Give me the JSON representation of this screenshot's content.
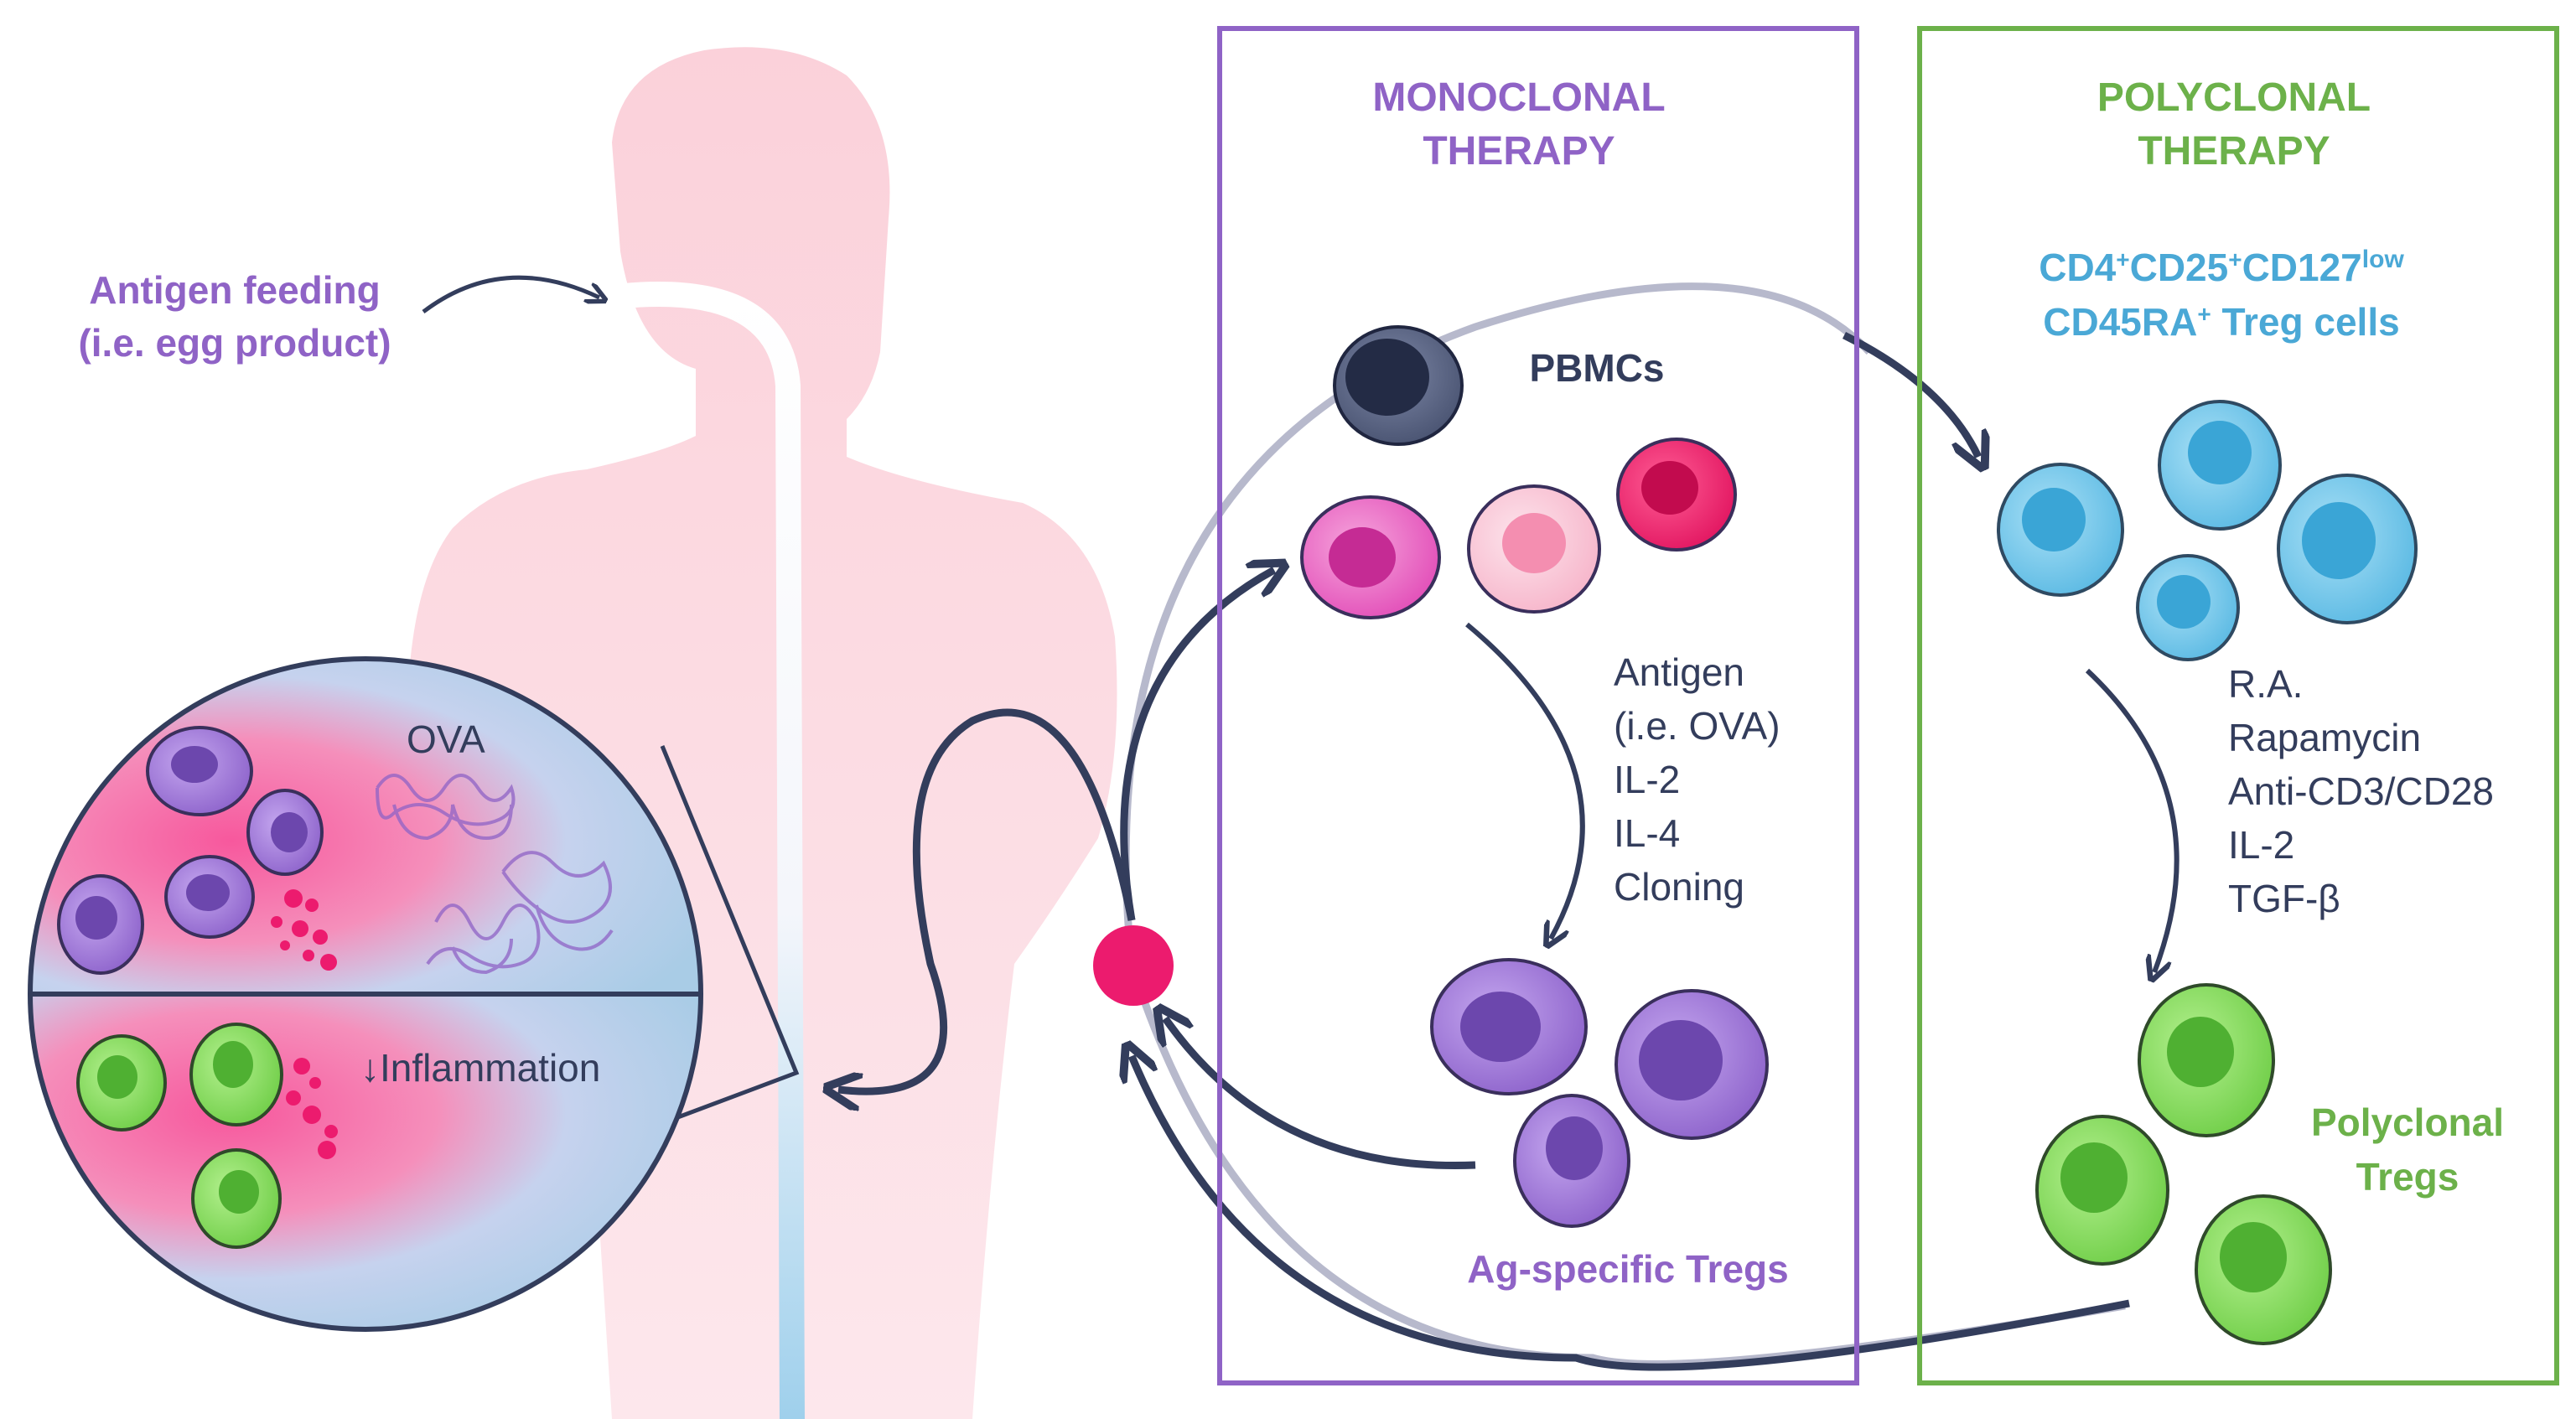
{
  "left": {
    "feeding_line1": "Antigen feeding",
    "feeding_line2": "(i.e. egg product)",
    "ova_label": "OVA",
    "inflammation_label": "↓Inflammation"
  },
  "monoclonal": {
    "title_line1": "MONOCLONAL",
    "title_line2": "THERAPY",
    "pbmc_label": "PBMCs",
    "conditions": [
      "Antigen",
      "(i.e. OVA)",
      "IL-2",
      "IL-4",
      "Cloning"
    ],
    "result_label": "Ag-specific Tregs"
  },
  "polyclonal": {
    "title_line1": "POLYCLONAL",
    "title_line2": "THERAPY",
    "markers_line1_parts": [
      "CD4",
      "+",
      "CD25",
      "+",
      "CD127",
      "low"
    ],
    "markers_line2_parts": [
      "CD45RA",
      "+",
      " Treg cells"
    ],
    "conditions": [
      "R.A.",
      "Rapamycin",
      "Anti-CD3/CD28",
      "IL-2",
      "TGF-β"
    ],
    "result_line1": "Polyclonal",
    "result_line2": "Tregs"
  },
  "colors": {
    "monoclonal_accent": "#8f63c6",
    "polyclonal_accent": "#6cb14a",
    "marker_text": "#4aa8d6",
    "arrow": "#333d5c",
    "body": "#fcd7df",
    "magenta": "#e91e72"
  }
}
